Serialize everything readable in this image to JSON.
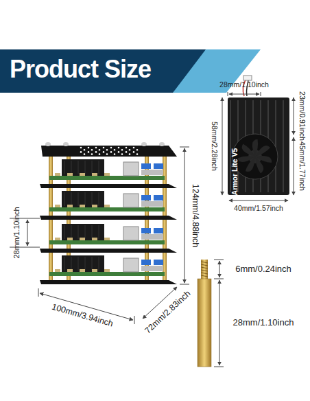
{
  "diagram": {
    "title": "Product Size",
    "labels": [
      "28mm/1.10inch",
      "23mm/0.91inch",
      "58mm/2.28inch",
      "Armor Lite V5",
      "45mm/1.77inch",
      "40mm/1.57inch",
      "124mm/4.88inch",
      "28mm/1.10inch",
      "100mm/3.94inch",
      "72mm/2.83inch",
      "6mm/0.24inch",
      "28mm/1.10inch"
    ]
  }
}
